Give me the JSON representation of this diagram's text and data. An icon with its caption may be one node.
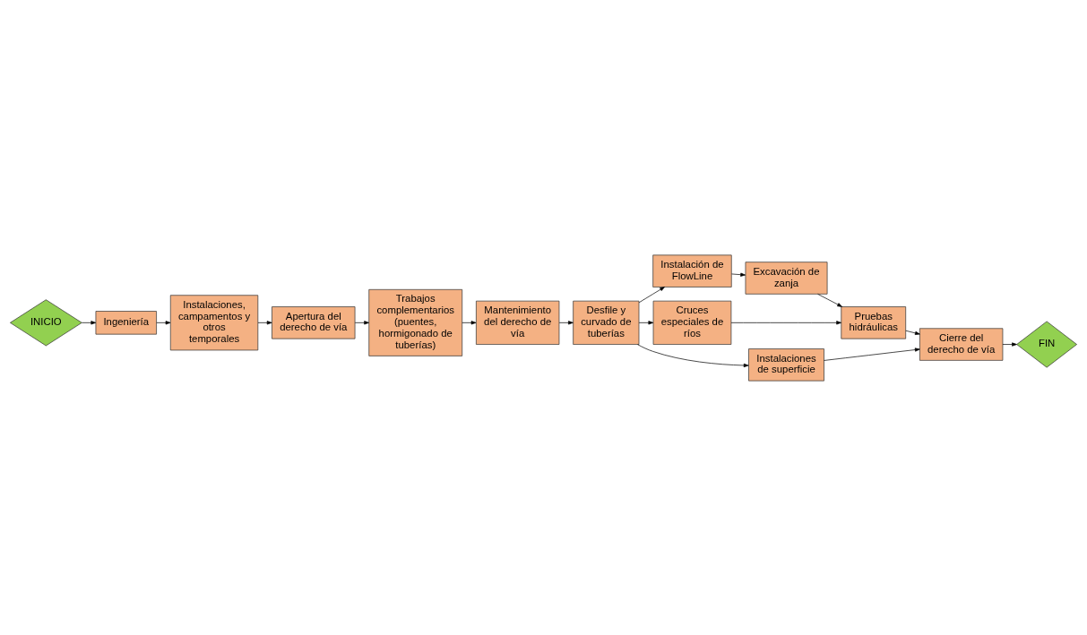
{
  "diagram": {
    "nodes": [
      {
        "text": [
          "INICIO"
        ]
      },
      {
        "text": [
          "Ingeniería"
        ]
      },
      {
        "text": [
          "Instalaciones, campamentos y otros temporales"
        ]
      },
      {
        "text": [
          "Apertura del derecho de vía"
        ]
      },
      {
        "text": [
          "Trabajos complementarios (puentes, hormigonado de tuberías)"
        ]
      },
      {
        "text": [
          "Mantenimiento del derecho de vía"
        ]
      },
      {
        "text": [
          "Pruebas hidráulicas"
        ]
      },
      {
        "text": [
          "Excavación de zanja"
        ]
      },
      {
        "text": [
          "Instalación de FlowLine"
        ]
      },
      {
        "text": [
          "Cruces especiales de ríos"
        ]
      },
      {
        "text": [
          "Desfile y curvado de tuberías"
        ]
      },
      {
        "text": [
          "FIN"
        ]
      },
      {
        "text": [
          "Cierre del derecho de vía"
        ]
      },
      {
        "text": [
          "Instalaciones de superficie"
        ]
      }
    ],
    "edges": [
      {
        "from": 0,
        "to": 1,
        "arrow": "to"
      },
      {
        "from": 1,
        "to": 2,
        "arrow": "to"
      },
      {
        "from": 2,
        "to": 3,
        "arrow": "to"
      },
      {
        "from": 3,
        "to": 4,
        "arrow": "to"
      },
      {
        "from": 4,
        "to": 5,
        "arrow": "to"
      },
      {
        "from": 5,
        "to": 10,
        "arrow": "to"
      },
      {
        "from": 10,
        "to": 8,
        "arrow": "to"
      },
      {
        "from": 8,
        "to": 7,
        "arrow": "to"
      },
      {
        "from": 7,
        "to": 6,
        "arrow": "to"
      },
      {
        "from": 10,
        "to": 9,
        "arrow": "to"
      },
      {
        "from": 9,
        "to": 6,
        "arrow": "to"
      },
      {
        "from": 10,
        "to": 13,
        "arrow": "to"
      },
      {
        "from": 13,
        "to": 12,
        "arrow": "to"
      },
      {
        "from": 6,
        "to": 12,
        "arrow": "to"
      },
      {
        "from": 12,
        "to": 11,
        "arrow": "to"
      }
    ]
  }
}
